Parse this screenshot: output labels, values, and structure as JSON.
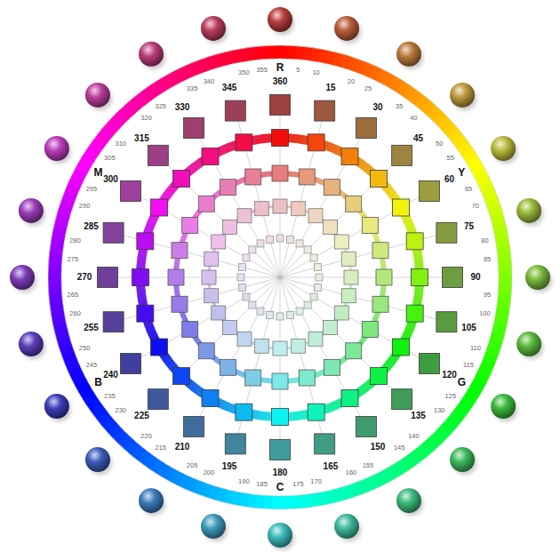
{
  "diagram": {
    "labels": [
      "15",
      "30",
      "45",
      "60",
      "75",
      "90",
      "105",
      "120",
      "135",
      "150",
      "165",
      "180",
      "195",
      "210",
      "225",
      "240",
      "255",
      "270",
      "285",
      "300",
      "315",
      "330",
      "345",
      "360",
      "5",
      "10",
      "20",
      "25",
      "35",
      "40",
      "50",
      "55",
      "65",
      "70",
      "80",
      "85",
      "95",
      "100",
      "110",
      "115",
      "125",
      "130",
      "140",
      "145",
      "155",
      "160",
      "170",
      "175",
      "185",
      "190",
      "200",
      "205",
      "215",
      "220",
      "230",
      "235",
      "245",
      "250",
      "260",
      "265",
      "275",
      "280",
      "290",
      "295",
      "305",
      "310",
      "320",
      "325",
      "335",
      "340",
      "350",
      "355",
      "R",
      "Y",
      "G",
      "C",
      "B",
      "M"
    ]
  }
}
